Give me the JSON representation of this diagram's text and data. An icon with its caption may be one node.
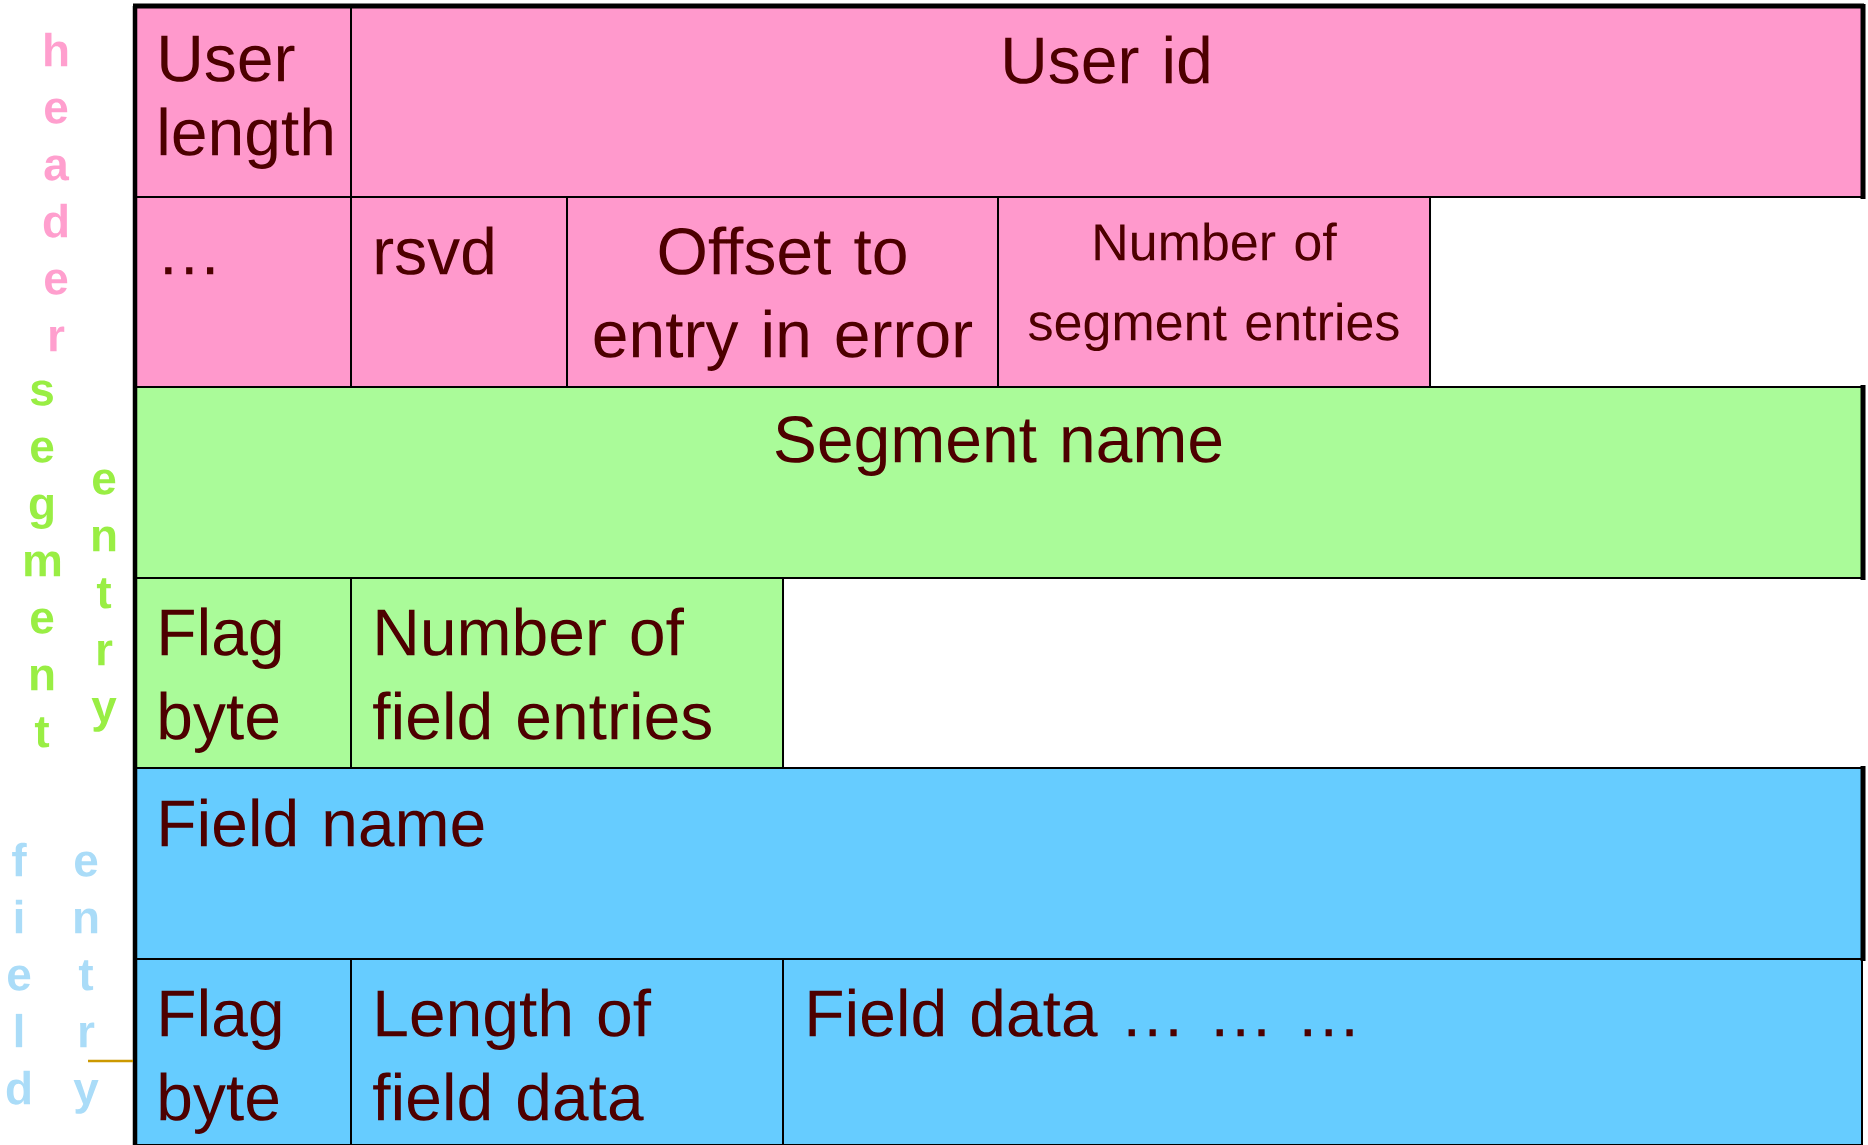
{
  "diagram": {
    "nodes": [
      {
        "text": [
          "User length"
        ]
      },
      {
        "text": [
          "User id"
        ]
      },
      {
        "text": [
          "…"
        ]
      },
      {
        "text": [
          "rsvd"
        ]
      },
      {
        "text": [
          "Offset to entry in error"
        ]
      },
      {
        "text": [
          "Number of segment entries"
        ]
      },
      {
        "text": [
          "Segment name"
        ]
      },
      {
        "text": [
          "Flag byte"
        ]
      },
      {
        "text": [
          "Number of field entries"
        ]
      },
      {
        "text": [
          "Field name"
        ]
      },
      {
        "text": [
          "Flag byte"
        ]
      },
      {
        "text": [
          "Length of field data"
        ]
      },
      {
        "text": [
          "Field data … … …"
        ]
      }
    ],
    "edges": [],
    "labels": [
      "header",
      "segment",
      "entry",
      "field",
      "entry"
    ]
  }
}
